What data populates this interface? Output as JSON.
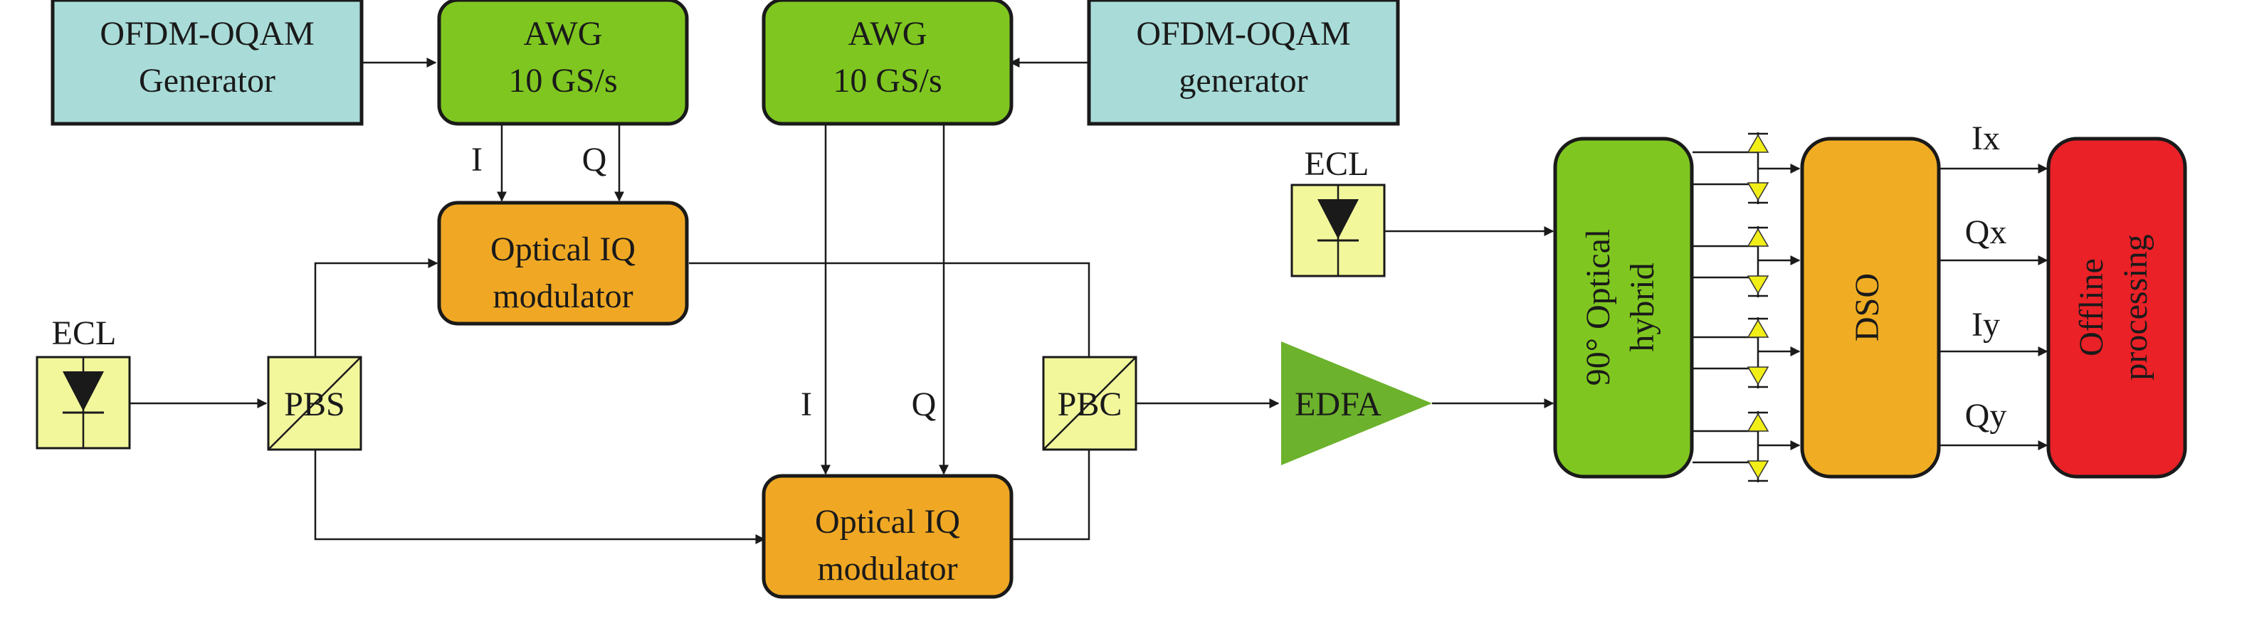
{
  "diagram": {
    "gen_left": "OFDM-OQAM\nGenerator",
    "gen_right": "OFDM-OQAM\ngenerator",
    "awg_left": "AWG\n10 GS/s",
    "awg_right": "AWG\n10 GS/s",
    "mod_top": "Optical IQ\nmodulator",
    "mod_bottom": "Optical IQ\nmodulator",
    "ecl_tx": "ECL",
    "ecl_rx": "ECL",
    "pbs": "PBS",
    "pbc": "PBC",
    "edfa": "EDFA",
    "hybrid": "90° Optical\nhybrid",
    "dso": "DSO",
    "offline": "Offline\nprocessing",
    "i_top": "I",
    "q_top": "Q",
    "i_bottom": "I",
    "q_bottom": "Q",
    "ix": "Ix",
    "qx": "Qx",
    "iy": "Iy",
    "qy": "Qy"
  },
  "colors": {
    "generator": "#a9dcd8",
    "awg": "#7fc720",
    "modulator": "#f0a824",
    "device": "#f2f79c",
    "edfa": "#6cb22c",
    "hybrid": "#7fc720",
    "dso": "#f0ad23",
    "offline": "#ea2127",
    "diode": "#f2ee18"
  }
}
